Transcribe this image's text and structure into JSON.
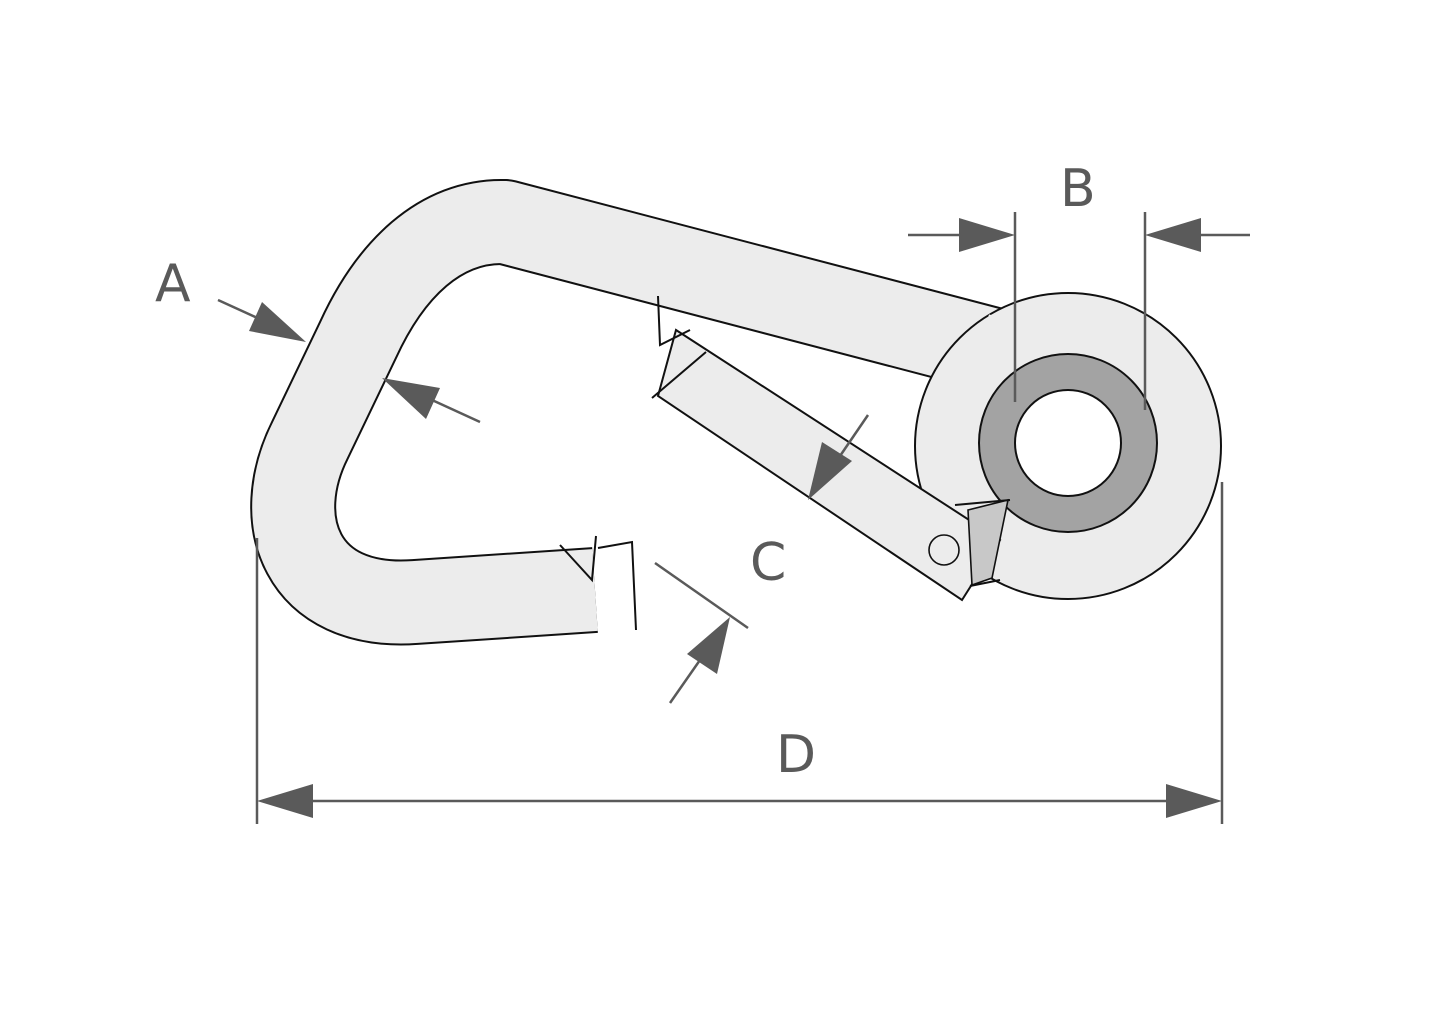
{
  "diagram": {
    "labels": {
      "a": "A",
      "b": "B",
      "c": "C",
      "d": "D"
    },
    "colors": {
      "body_fill": "#ececec",
      "eye_ring_fill": "#a3a3a3",
      "dimension_color": "#5a5a5a",
      "outline_color": "#111111",
      "background": "#ffffff"
    }
  }
}
